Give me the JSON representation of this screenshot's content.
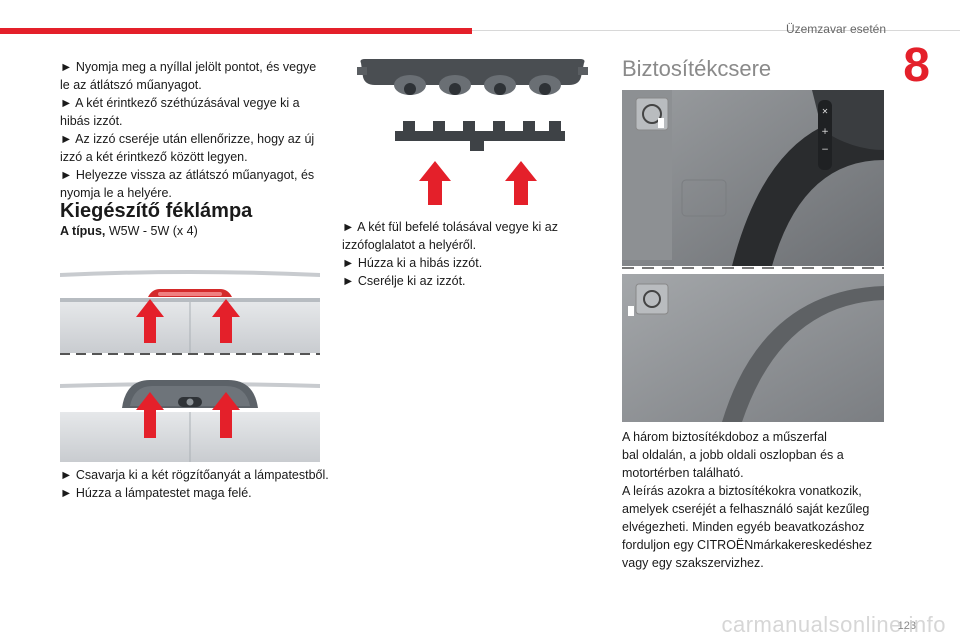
{
  "header": {
    "section_title": "Üzemzavar esetén",
    "chapter_number": "8"
  },
  "left_column": {
    "steps": [
      "► Nyomja meg a nyíllal jelölt pontot, és vegye le az átlátszó műanyagot.",
      "► A két érintkező széthúzásával vegye ki a hibás izzót.",
      "► Az izzó cseréje után ellenőrizze, hogy az új izzó a két érintkező között legyen.",
      "► Helyezze vissza az átlátszó műanyagot, és nyomja le a helyére."
    ],
    "section_heading": "Kiegészítő féklámpa",
    "type_label": "A típus,",
    "type_value": "W5W - 5W (x 4)",
    "bottom_steps": [
      "► Csavarja ki a két rögzítőanyát a lámpatestből.",
      "► Húzza a lámpatestet maga felé."
    ]
  },
  "middle_column": {
    "steps": [
      "► A két fül befelé tolásával vegye ki az izzófoglalatot a helyéről.",
      "► Húzza ki a hibás izzót.",
      "► Cserélje ki az izzót."
    ]
  },
  "right_column": {
    "section_heading": "Biztosítékcsere",
    "paragraph_lines": [
      "A három biztosítékdoboz a műszerfal",
      "bal oldalán, a jobb oldali oszlopban és a",
      "motortérben található.",
      "A leírás azokra a biztosítékokra vonatkozik,",
      "amelyek cseréjét a felhasználó saját kezűleg",
      "elvégezheti. Minden egyéb beavatkozáshoz",
      "forduljon egy CITROËNmárkakereskedéshez",
      "vagy egy szakszervizhez."
    ]
  },
  "footer": {
    "page_number": "123",
    "watermark": "carmanualsonline.info"
  },
  "colors": {
    "accent": "#e4202a",
    "heading_grey": "#8a8a8a"
  }
}
